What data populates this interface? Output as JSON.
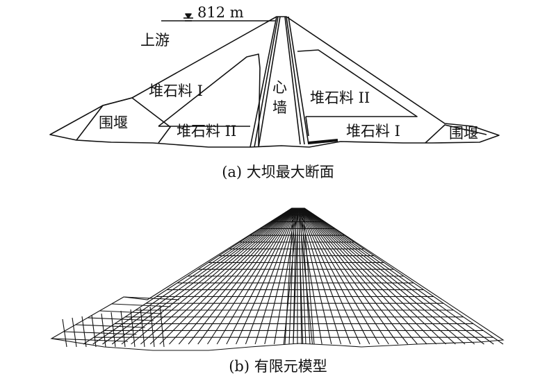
{
  "panel_a": {
    "water_level": "812 m",
    "upstream": "上游",
    "zones": {
      "rockfill_1_up": "堆石料 I",
      "rockfill_2_up": "堆石料 II",
      "cofferdam_up": "围堰",
      "core_line1": "心",
      "core_line2": "墙",
      "rockfill_2_down": "堆石料 II",
      "rockfill_1_down": "堆石料 I",
      "cofferdam_down": "围堰"
    },
    "caption": "(a) 大坝最大断面"
  },
  "panel_b": {
    "caption": "(b) 有限元模型"
  }
}
